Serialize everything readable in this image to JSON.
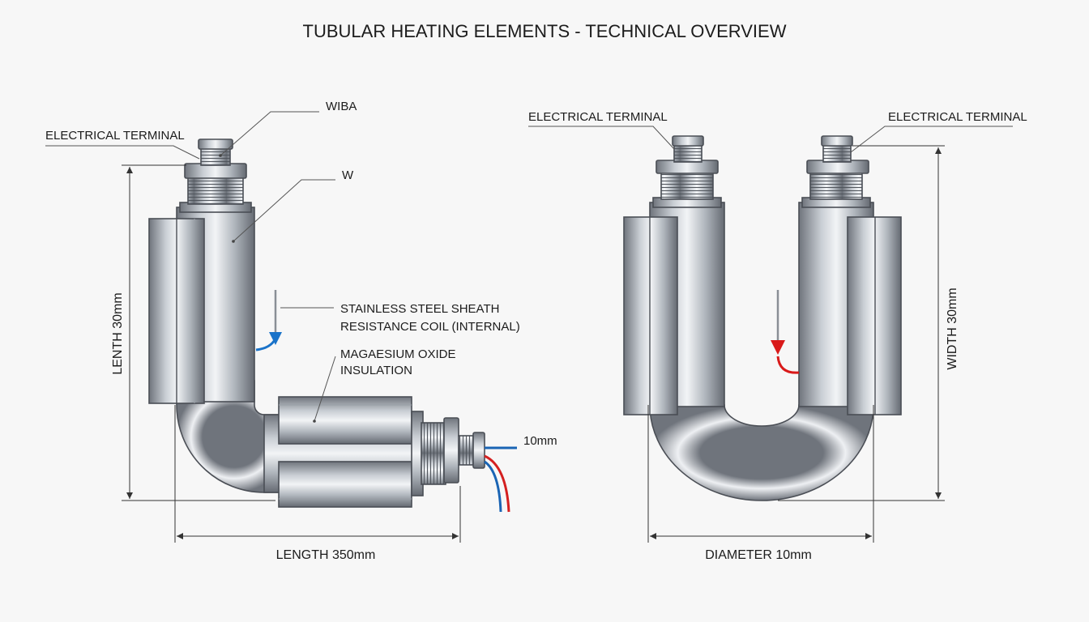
{
  "title": "TUBULAR HEATING ELEMENTS - TECHNICAL OVERVIEW",
  "left_element": {
    "label_terminal": "ELECTRICAL TERMINAL",
    "label_wiba": "WIBA",
    "label_w": "W",
    "label_sheath": "STAINLESS STEEL SHEATH",
    "label_coil": "RESISTANCE COIL (INTERNAL)",
    "label_insulation_1": "MAGAESIUM OXIDE",
    "label_insulation_2": "INSULATION",
    "label_wire_dia": "10mm",
    "dim_height": "LENTH 30mm",
    "dim_length": "LENGTH 350mm"
  },
  "right_element": {
    "label_terminal_left": "ELECTRICAL TERMINAL",
    "label_terminal_right": "ELECTRICAL TERMINAL",
    "dim_height": "WIDTH 30mm",
    "dim_diameter": "DIAMETER 10mm"
  },
  "colors": {
    "steel_dark": "#6f747c",
    "steel_light": "#f2f4f6",
    "wire_red": "#d42020",
    "wire_blue": "#1a64b4",
    "arrow_blue": "#1a73c9",
    "arrow_red": "#d91a1a"
  }
}
